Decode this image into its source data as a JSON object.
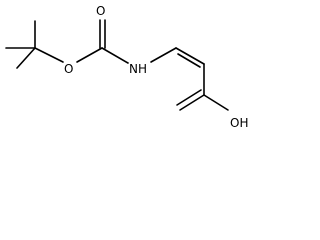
{
  "molecule": {
    "atoms": {
      "ester_oxygen": "O",
      "carbonyl_oxygen": "O",
      "amine": "NH",
      "hydroxyl": "OH"
    },
    "colors": {
      "bond": "#000000",
      "label": "#000000",
      "background": "#ffffff"
    }
  }
}
